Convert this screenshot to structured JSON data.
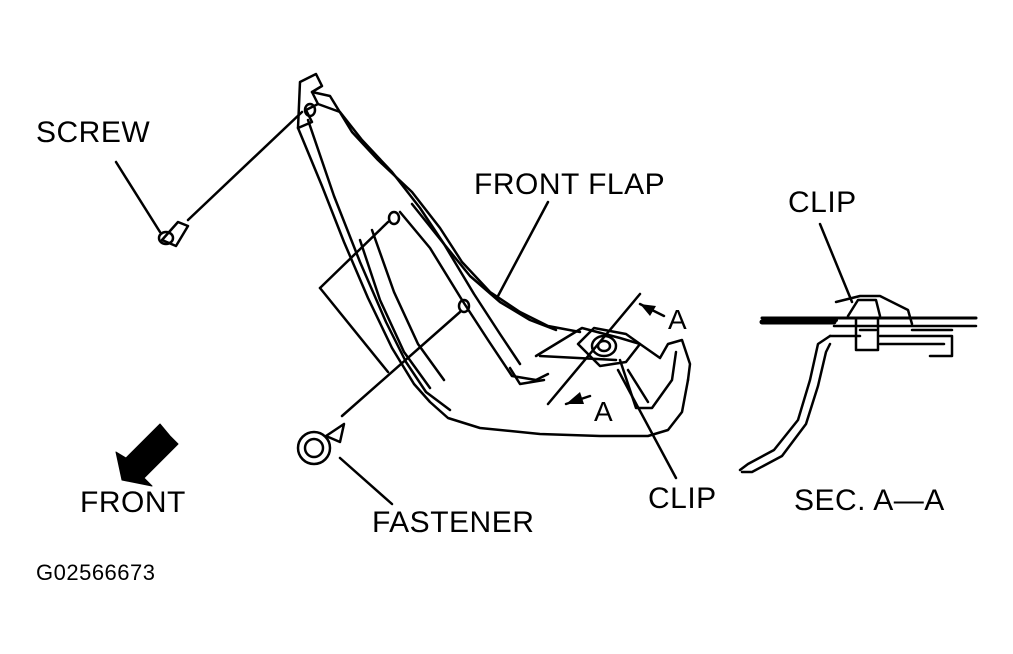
{
  "labels": {
    "screw": "SCREW",
    "front_flap": "FRONT FLAP",
    "clip_top": "CLIP",
    "section_marker_upper": "A",
    "section_marker_lower": "A",
    "clip_bottom": "CLIP",
    "section": "SEC. A—A",
    "fastener": "FASTENER",
    "front": "FRONT",
    "figure_id": "G02566673"
  },
  "colors": {
    "ink": "#000000",
    "background": "#ffffff"
  },
  "icons": {
    "front_arrow": "arrow-down-left-icon"
  }
}
